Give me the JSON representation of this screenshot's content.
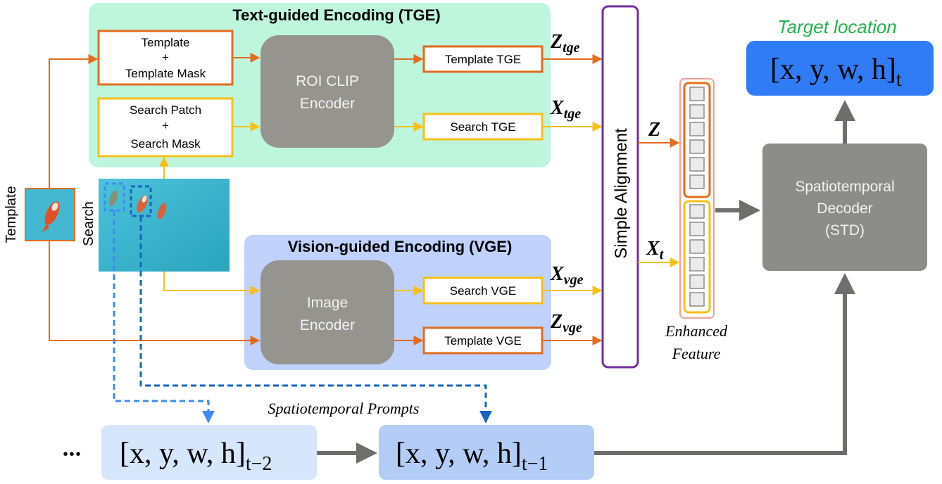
{
  "tge": {
    "title": "Text-guided Encoding (TGE)",
    "template_input_line1": "Template",
    "template_input_line2": "+",
    "template_input_line3": "Template Mask",
    "search_input_line1": "Search Patch",
    "search_input_line2": "+",
    "search_input_line3": "Search Mask",
    "encoder_line1": "ROI CLIP",
    "encoder_line2": "Encoder",
    "template_output": "Template TGE",
    "search_output": "Search TGE",
    "z_base": "Z",
    "z_sub": "tge",
    "x_base": "X",
    "x_sub": "tge"
  },
  "vge": {
    "title": "Vision-guided Encoding (VGE)",
    "encoder_line1": "Image",
    "encoder_line2": "Encoder",
    "search_output": "Search VGE",
    "template_output": "Template VGE",
    "x_base": "X",
    "x_sub": "vge",
    "z_base": "Z",
    "z_sub": "vge"
  },
  "inputs": {
    "template_label": "Template",
    "search_label": "Search"
  },
  "alignment": {
    "label": "Simple Alignment",
    "z_out": "Z",
    "x_out_base": "X",
    "x_out_sub": "t"
  },
  "enhanced": {
    "line1": "Enhanced",
    "line2": "Feature"
  },
  "decoder": {
    "line1": "Spatiotemporal",
    "line2": "Decoder",
    "line3": "(STD)"
  },
  "target": {
    "title": "Target location",
    "box_main": "[x, y, w, h]",
    "box_sub": "t"
  },
  "prompts": {
    "label": "Spatiotemporal Prompts",
    "ellipsis": "•••",
    "prev2_main": "[x, y, w, h]",
    "prev2_sub": "t−2",
    "prev1_main": "[x, y, w, h]",
    "prev1_sub": "t−1"
  },
  "colors": {
    "tge_bg": "#bdf5dd",
    "vge_bg": "#c0d2fb",
    "orange": "#e36c1e",
    "yellow": "#f6c01a",
    "encoder_gray": "#96948f",
    "decoder_gray": "#8c8c89",
    "purple": "#6f2f9f",
    "target_blue": "#2f7cf6",
    "target_title_green": "#22b14c",
    "prompt_light": "#d6e6fb",
    "prompt_mid": "#b3cdf6",
    "dash_blue_light": "#3d8bf2",
    "dash_blue_dark": "#1565c0",
    "water": "#3ab7cf"
  }
}
